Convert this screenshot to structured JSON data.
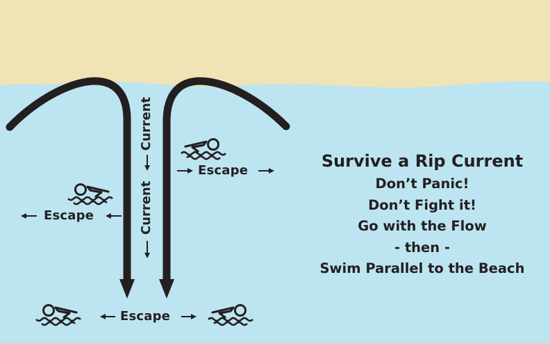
{
  "colors": {
    "sand": "#f0e3b5",
    "water": "#bde4f1",
    "ink": "#231f20"
  },
  "current_labels": [
    "Current",
    "Current"
  ],
  "escape_labels": {
    "right_upper": "Escape",
    "left_middle": "Escape",
    "bottom": "Escape"
  },
  "info": {
    "title": "Survive a Rip Current",
    "lines": [
      "Don’t Panic!",
      "Don’t Fight it!",
      "Go with the Flow",
      "- then -",
      "Swim Parallel to the Beach"
    ]
  },
  "icons": [
    "swimmer-icon",
    "arrow-icon"
  ]
}
